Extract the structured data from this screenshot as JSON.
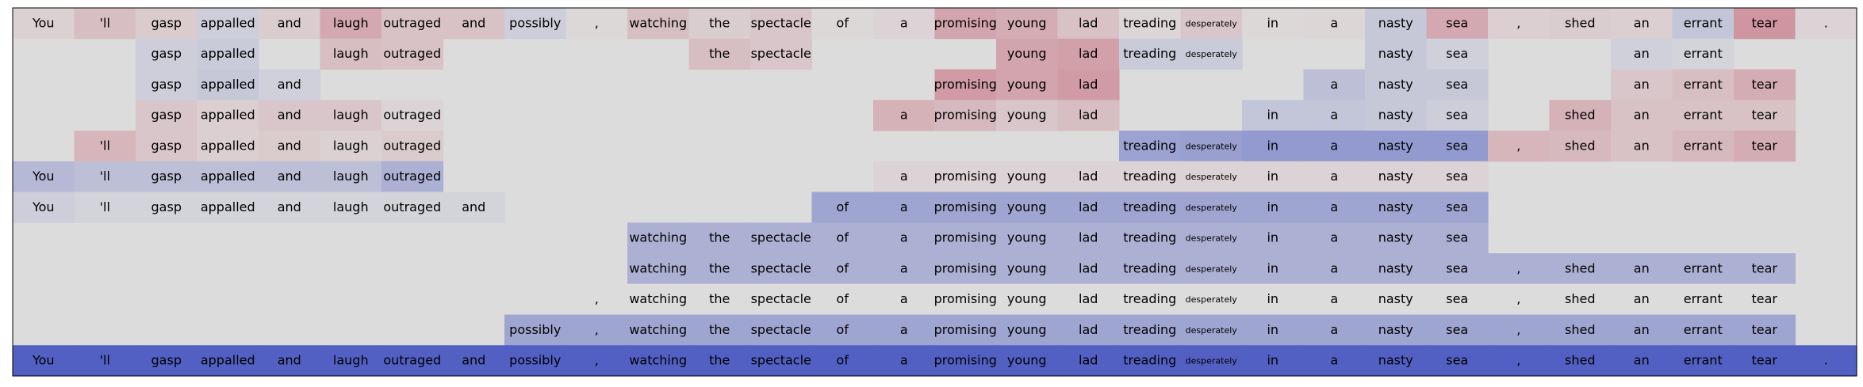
{
  "chart_data": {
    "type": "heatmap",
    "title": "",
    "xlabel": "",
    "ylabel": "",
    "grid": false,
    "tokens": [
      "You",
      "'ll",
      "gasp",
      "appalled",
      "and",
      "laugh",
      "outraged",
      "and",
      "possibly",
      ",",
      "watching",
      "the",
      "spectacle",
      "of",
      "a",
      "promising",
      "young",
      "lad",
      "treading",
      "desperately",
      "in",
      "a",
      "nasty",
      "sea",
      ",",
      "shed",
      "an",
      "errant",
      "tear",
      "."
    ],
    "rows": [
      {
        "spans": [
          [
            0,
            29
          ]
        ],
        "values": [
          0.05,
          0.14,
          0.08,
          -0.1,
          0.07,
          0.24,
          0.12,
          0.12,
          -0.1,
          0.02,
          0.14,
          0.07,
          0.1,
          0.02,
          0.04,
          0.26,
          0.22,
          0.12,
          0.03,
          0.1,
          0.02,
          0.03,
          -0.14,
          0.24,
          0.06,
          0.07,
          0.06,
          -0.16,
          0.33,
          0.04
        ]
      },
      {
        "spans": [
          [
            2,
            3
          ],
          [
            5,
            6
          ],
          [
            11,
            12
          ],
          [
            16,
            19
          ],
          [
            22,
            23
          ],
          [
            26,
            27
          ]
        ],
        "values": [
          0,
          0,
          -0.1,
          -0.12,
          0,
          0.14,
          0.12,
          0,
          0,
          0,
          0,
          0.14,
          0.1,
          0,
          0,
          0,
          0.26,
          0.28,
          -0.12,
          -0.12,
          0,
          0,
          -0.14,
          -0.08,
          0,
          0,
          -0.08,
          -0.06,
          0,
          0
        ]
      },
      {
        "spans": [
          [
            2,
            4
          ],
          [
            15,
            17
          ],
          [
            21,
            23
          ],
          [
            26,
            28
          ]
        ],
        "values": [
          0,
          0,
          -0.1,
          -0.14,
          -0.08,
          0,
          0,
          0,
          0,
          0,
          0,
          0,
          0,
          0,
          0,
          0.3,
          0.26,
          0.3,
          0,
          0,
          0,
          -0.2,
          -0.14,
          -0.14,
          0,
          0,
          0.1,
          0.14,
          0.22,
          0
        ]
      },
      {
        "spans": [
          [
            2,
            6
          ],
          [
            14,
            17
          ],
          [
            20,
            23
          ],
          [
            25,
            28
          ]
        ],
        "values": [
          0,
          0,
          0.1,
          0.06,
          0.1,
          0.1,
          0.04,
          0,
          0,
          0,
          0,
          0,
          0,
          0,
          0.2,
          0.16,
          0.1,
          0.14,
          0,
          0,
          -0.16,
          -0.16,
          -0.14,
          -0.1,
          0,
          0.2,
          0.12,
          0.12,
          0.12,
          0
        ]
      },
      {
        "spans": [
          [
            1,
            6
          ],
          [
            18,
            28
          ]
        ],
        "values": [
          0,
          0.18,
          0.1,
          0.06,
          0.08,
          0.05,
          0.08,
          0,
          0,
          0,
          0,
          0,
          0,
          0,
          0,
          0,
          0,
          0,
          -0.4,
          -0.42,
          -0.46,
          -0.46,
          -0.46,
          -0.46,
          0.18,
          0.16,
          0.12,
          0.16,
          0.22,
          0
        ]
      },
      {
        "spans": [
          [
            0,
            6
          ],
          [
            14,
            23
          ]
        ],
        "values": [
          -0.24,
          -0.2,
          -0.2,
          -0.2,
          -0.2,
          -0.2,
          -0.3,
          0,
          0,
          0,
          0,
          0,
          0,
          0,
          0.04,
          0.04,
          0.04,
          0.04,
          0.04,
          0.04,
          0.04,
          0.04,
          0.04,
          0.04,
          0,
          0,
          0,
          0,
          0,
          0
        ]
      },
      {
        "spans": [
          [
            0,
            7
          ],
          [
            13,
            23
          ]
        ],
        "values": [
          -0.1,
          -0.06,
          -0.06,
          -0.06,
          -0.06,
          -0.06,
          -0.06,
          -0.06,
          0,
          0,
          0,
          0,
          0,
          -0.38,
          -0.38,
          -0.38,
          -0.38,
          -0.38,
          -0.38,
          -0.38,
          -0.38,
          -0.38,
          -0.38,
          -0.38,
          0,
          0,
          0,
          0,
          0,
          0
        ]
      },
      {
        "spans": [
          [
            10,
            23
          ]
        ],
        "values": [
          0,
          0,
          0,
          0,
          0,
          0,
          0,
          0,
          0,
          0,
          -0.3,
          -0.3,
          -0.3,
          -0.3,
          -0.3,
          -0.3,
          -0.3,
          -0.3,
          -0.3,
          -0.3,
          -0.3,
          -0.3,
          -0.3,
          -0.3,
          0,
          0,
          0,
          0,
          0,
          0
        ]
      },
      {
        "spans": [
          [
            10,
            28
          ]
        ],
        "values": [
          0,
          0,
          0,
          0,
          0,
          0,
          0,
          0,
          0,
          0,
          -0.3,
          -0.3,
          -0.3,
          -0.3,
          -0.3,
          -0.3,
          -0.3,
          -0.3,
          -0.3,
          -0.3,
          -0.3,
          -0.3,
          -0.3,
          -0.3,
          -0.3,
          -0.3,
          -0.3,
          -0.3,
          -0.3,
          0
        ]
      },
      {
        "spans": [
          [
            9,
            28
          ]
        ],
        "values": [
          0,
          0,
          0,
          0,
          0,
          0,
          0,
          0,
          0,
          0,
          0,
          0,
          0,
          0,
          0,
          0,
          0,
          0,
          0,
          0,
          0,
          0,
          0,
          0,
          0,
          0,
          0,
          0,
          0,
          0
        ]
      },
      {
        "spans": [
          [
            8,
            28
          ]
        ],
        "values": [
          0,
          0,
          0,
          0,
          0,
          0,
          0,
          0,
          -0.38,
          -0.38,
          -0.38,
          -0.38,
          -0.38,
          -0.38,
          -0.38,
          -0.38,
          -0.38,
          -0.38,
          -0.38,
          -0.38,
          -0.38,
          -0.38,
          -0.38,
          -0.38,
          -0.38,
          -0.38,
          -0.38,
          -0.38,
          -0.38,
          0
        ]
      },
      {
        "spans": [
          [
            0,
            29
          ]
        ],
        "values": [
          -0.86,
          -0.86,
          -0.86,
          -0.86,
          -0.86,
          -0.86,
          -0.86,
          -0.86,
          -0.86,
          -0.86,
          -0.86,
          -0.86,
          -0.86,
          -0.86,
          -0.86,
          -0.86,
          -0.86,
          -0.86,
          -0.86,
          -0.86,
          -0.86,
          -0.86,
          -0.86,
          -0.86,
          -0.86,
          -0.86,
          -0.86,
          -0.86,
          -0.86,
          -0.86
        ]
      }
    ],
    "colors": {
      "negative_strong": "#3b4cc0",
      "neutral": "#dddcdc",
      "positive_strong": "#b40426",
      "frame": "#000000"
    }
  }
}
